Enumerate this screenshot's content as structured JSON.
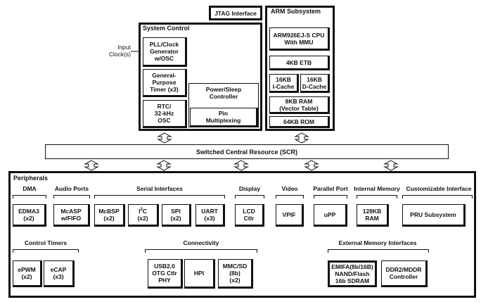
{
  "jtag": {
    "label": "JTAG Interface"
  },
  "arm": {
    "title": "ARM Subsystem",
    "cpu": "ARM926EJ-S CPU\nWith MMU",
    "etb": "4KB ETB",
    "icache": "16KB\nI-Cache",
    "dcache": "16KB\nD-Cache",
    "ram": "8KB RAM\n(Vector Table)",
    "rom": "64KB ROM"
  },
  "system_control": {
    "title": "System Control",
    "input_clock": "Input\nClock(s)",
    "pll": "PLL/Clock\nGenerator\nw/OSC",
    "timer": "General-\nPurpose\nTimer (x3)",
    "rtc": "RTC/\n32-kHz\nOSC",
    "power": "Power/Sleep\nController",
    "pinmux": "Pin\nMultiplexing"
  },
  "scr": {
    "label": "Switched Central Resource (SCR)"
  },
  "peripherals": {
    "title": "Peripherals",
    "groups": {
      "dma": "DMA",
      "audio": "Audio Ports",
      "serial": "Serial Interfaces",
      "display": "Display",
      "video": "Video",
      "parallel": "Parallel Port",
      "internal_mem": "Internal Memory",
      "custom": "Customizable Interface",
      "timers": "Control Timers",
      "connectivity": "Connectivity",
      "ext_mem": "External Memory Interfaces"
    },
    "blocks": {
      "edma": "EDMA3\n(x2)",
      "mcasp": "McASP\nw/FIFO",
      "mcbsp": "McBSP\n(x2)",
      "i2c_base": "I",
      "i2c_sup": "2",
      "i2c_rest": "C",
      "i2c_count": "(x2)",
      "spi": "SPI\n(x2)",
      "uart": "UART\n(x3)",
      "lcd": "LCD\nCtlr",
      "vpif": "VPIF",
      "upp": "uPP",
      "ram128": "128KB\nRAM",
      "pru": "PRU Subsystem",
      "epwm": "ePWM\n(x2)",
      "ecap": "eCAP\n(x3)",
      "usb": "USB2.0\nOTG Ctlr\nPHY",
      "hpi": "HPI",
      "mmc": "MMC/SD\n(8b)\n(x2)",
      "emifa": "EMIFA(8b/16B)\nNAND/Flash\n16b SDRAM",
      "ddr": "DDR2/MDDR\nController"
    }
  }
}
